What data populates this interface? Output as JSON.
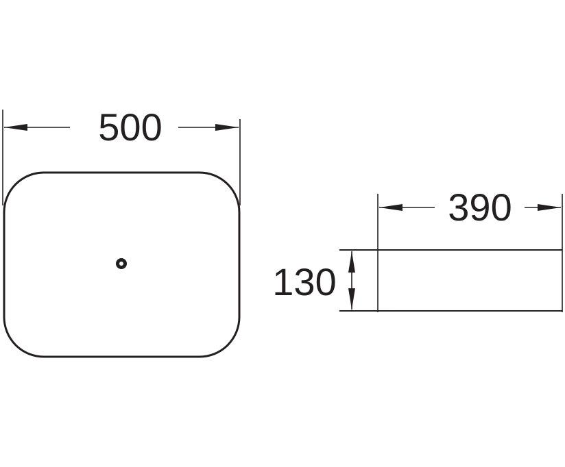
{
  "dimensions": {
    "width": "500",
    "depth": "390",
    "height": "130"
  },
  "colors": {
    "ink": "#231f20",
    "background": "#ffffff"
  }
}
